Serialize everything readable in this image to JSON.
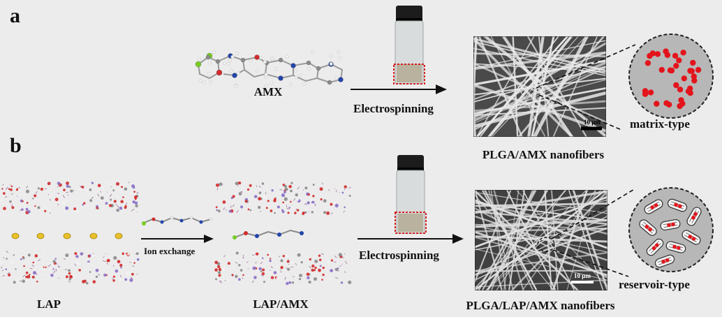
{
  "panels": {
    "a": {
      "letter": "a",
      "drug_label": "AMX",
      "process_label": "Electrospinning",
      "product_label": "PLGA/AMX nanofibers",
      "type_label": "matrix-type",
      "scale_bar": "10 µm"
    },
    "b": {
      "letter": "b",
      "clay_label": "LAP",
      "exchange_label": "Ion exchange",
      "intercalated_label": "LAP/AMX",
      "process_label": "Electrospinning",
      "product_label": "PLGA/LAP/AMX nanofibers",
      "type_label": "reservoir-type",
      "scale_bar": "10 µm"
    }
  },
  "colors": {
    "drug_dot": "#e3141b",
    "container_fill": "#b7b7b7",
    "sem_bg": "#4a4a4a",
    "fiber": "#e8e8e8",
    "vial_cap": "#1c1c1c",
    "highlight_box": "#d42020",
    "oxygen": "#d22b2b",
    "nitrogen": "#2244aa",
    "fluorine": "#77cc22",
    "hydrogen": "#f2f2f2",
    "carbon": "#8a8a8a",
    "sodium": "#e7c12a"
  }
}
